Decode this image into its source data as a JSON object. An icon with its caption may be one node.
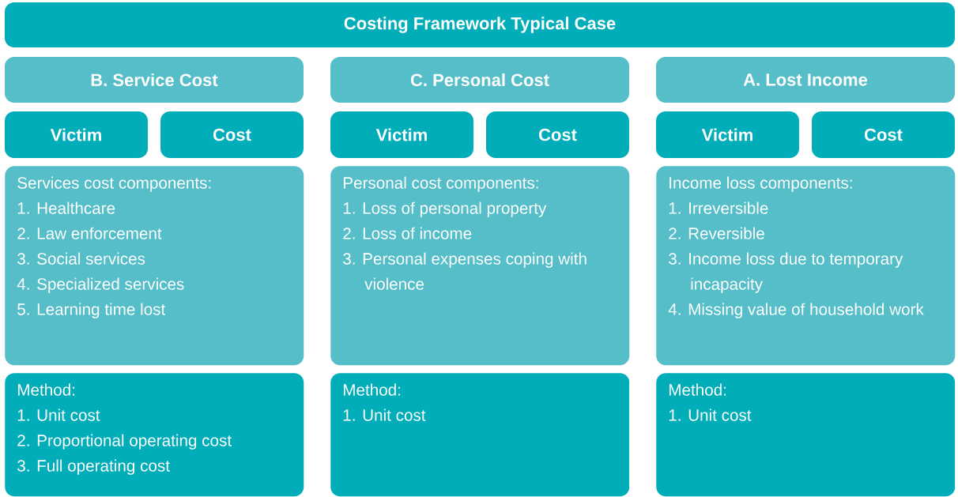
{
  "diagram": {
    "nodes": [
      {
        "text": [
          "Costing Framework Typical Case"
        ]
      },
      {
        "text": [
          "B. Service Cost"
        ]
      },
      {
        "text": [
          "Victim"
        ]
      },
      {
        "text": [
          "Cost"
        ]
      },
      {
        "text": [
          "Services cost components:",
          "1. Healthcare",
          "2. Law enforcement",
          "3. Social services",
          "4. Specialized services",
          "5. Learning time lost"
        ]
      },
      {
        "text": [
          "Method:",
          "1. Unit cost",
          "2. Proportional operating cost",
          "3. Full operating cost"
        ]
      },
      {
        "text": [
          "C. Personal Cost"
        ]
      },
      {
        "text": [
          "Victim"
        ]
      },
      {
        "text": [
          "Cost"
        ]
      },
      {
        "text": [
          "Personal cost components:",
          "1. Loss of personal property",
          "2. Loss of income",
          "3. Personal expenses coping with violence"
        ]
      },
      {
        "text": [
          "Method:",
          "1. Unit cost"
        ]
      },
      {
        "text": [
          "A. Lost Income"
        ]
      },
      {
        "text": [
          "Victim"
        ]
      },
      {
        "text": [
          "Cost"
        ]
      },
      {
        "text": [
          "Income loss components:",
          "1. Irreversible",
          "2. Reversible",
          "3. Income loss due to temporary incapacity",
          "4. Missing value of household work"
        ]
      },
      {
        "text": [
          "Method:",
          "1. Unit cost"
        ]
      }
    ]
  }
}
